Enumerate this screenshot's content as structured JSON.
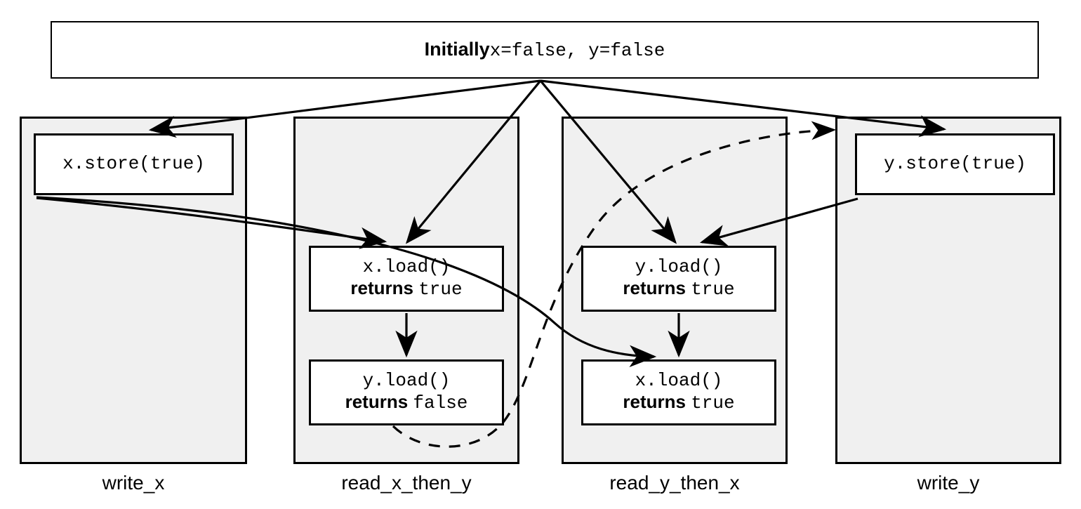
{
  "diagram": {
    "title_prefix": "Initially",
    "title_values": "x=false, y=false"
  },
  "threads": [
    {
      "id": "write_x",
      "label": "write_x",
      "operations": [
        {
          "id": "x-store-true",
          "call": "x.store(true)",
          "returns_keyword": "",
          "returns_value": ""
        }
      ]
    },
    {
      "id": "read_x_then_y",
      "label": "read_x_then_y",
      "operations": [
        {
          "id": "x-load-true",
          "call": "x.load()",
          "returns_keyword": "returns",
          "returns_value": "true"
        },
        {
          "id": "y-load-false",
          "call": "y.load()",
          "returns_keyword": "returns",
          "returns_value": "false"
        }
      ]
    },
    {
      "id": "read_y_then_x",
      "label": "read_y_then_x",
      "operations": [
        {
          "id": "y-load-true",
          "call": "y.load()",
          "returns_keyword": "returns",
          "returns_value": "true"
        },
        {
          "id": "x-load-true-2",
          "call": "x.load()",
          "returns_keyword": "returns",
          "returns_value": "true"
        }
      ]
    },
    {
      "id": "write_y",
      "label": "write_y",
      "operations": [
        {
          "id": "y-store-true",
          "call": "y.store(true)",
          "returns_keyword": "",
          "returns_value": ""
        }
      ]
    }
  ],
  "edges": [
    {
      "id": "init-to-x-store",
      "from": "initially",
      "to": "x-store-true",
      "style": "solid"
    },
    {
      "id": "init-to-x-load",
      "from": "initially",
      "to": "x-load-true",
      "style": "solid"
    },
    {
      "id": "init-to-y-load",
      "from": "initially",
      "to": "y-load-true",
      "style": "solid"
    },
    {
      "id": "init-to-y-store",
      "from": "initially",
      "to": "y-store-true",
      "style": "solid"
    },
    {
      "id": "x-store-to-x-load",
      "from": "x-store-true",
      "to": "x-load-true",
      "style": "solid"
    },
    {
      "id": "x-store-to-x-load-2",
      "from": "x-store-true",
      "to": "x-load-true-2",
      "style": "solid"
    },
    {
      "id": "y-store-to-y-load",
      "from": "y-store-true",
      "to": "y-load-true",
      "style": "solid"
    },
    {
      "id": "x-load-sequence",
      "from": "x-load-true",
      "to": "y-load-false",
      "style": "solid"
    },
    {
      "id": "y-load-sequence",
      "from": "y-load-true",
      "to": "x-load-true-2",
      "style": "solid"
    },
    {
      "id": "y-load-false-to-y-store",
      "from": "y-load-false",
      "to": "y-store-true",
      "style": "dashed"
    }
  ],
  "colors": {
    "background": "#ffffff",
    "column_fill": "#f0f0f0",
    "box_fill": "#ffffff",
    "stroke": "#000000"
  }
}
